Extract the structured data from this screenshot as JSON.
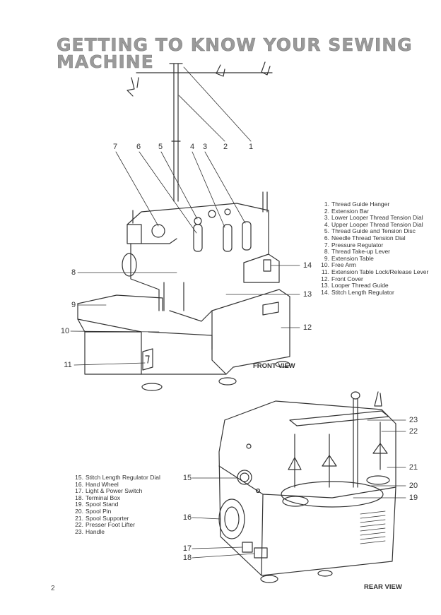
{
  "title": "GETTING TO KNOW YOUR SEWING MACHINE",
  "page_number": "2",
  "front_view": {
    "label": "FRONT VIEW",
    "callouts": [
      {
        "num": "1"
      },
      {
        "num": "2"
      },
      {
        "num": "3"
      },
      {
        "num": "4"
      },
      {
        "num": "5"
      },
      {
        "num": "6"
      },
      {
        "num": "7"
      },
      {
        "num": "8"
      },
      {
        "num": "9"
      },
      {
        "num": "10"
      },
      {
        "num": "11"
      },
      {
        "num": "12"
      },
      {
        "num": "13"
      },
      {
        "num": "14"
      }
    ],
    "legend": [
      {
        "num": "1.",
        "text": "Thread Guide Hanger"
      },
      {
        "num": "2.",
        "text": "Extension Bar"
      },
      {
        "num": "3.",
        "text": "Lower Looper Thread Tension Dial"
      },
      {
        "num": "4.",
        "text": "Upper Looper Thread Tension Dial"
      },
      {
        "num": "5.",
        "text": "Thread Guide and Tension Disc"
      },
      {
        "num": "6.",
        "text": "Needle Thread Tension Dial"
      },
      {
        "num": "7.",
        "text": "Pressure Regulator"
      },
      {
        "num": "8.",
        "text": "Thread Take-up Lever"
      },
      {
        "num": "9.",
        "text": "Extension Table"
      },
      {
        "num": "10.",
        "text": "Free Arm"
      },
      {
        "num": "11.",
        "text": "Extension Table Lock/Release Lever"
      },
      {
        "num": "12.",
        "text": "Front Cover"
      },
      {
        "num": "13.",
        "text": "Looper Thread Guide"
      },
      {
        "num": "14.",
        "text": "Stitch Length Regulator"
      }
    ]
  },
  "rear_view": {
    "label": "REAR VIEW",
    "callouts": [
      {
        "num": "15"
      },
      {
        "num": "16"
      },
      {
        "num": "17"
      },
      {
        "num": "18"
      },
      {
        "num": "19"
      },
      {
        "num": "20"
      },
      {
        "num": "21"
      },
      {
        "num": "22"
      },
      {
        "num": "23"
      }
    ],
    "legend": [
      {
        "num": "15.",
        "text": "Stitch Length Regulator Dial"
      },
      {
        "num": "16.",
        "text": "Hand Wheel"
      },
      {
        "num": "17.",
        "text": "Light & Power Switch"
      },
      {
        "num": "18.",
        "text": "Terminal Box"
      },
      {
        "num": "19.",
        "text": "Spool Stand"
      },
      {
        "num": "20.",
        "text": "Spool Pin"
      },
      {
        "num": "21.",
        "text": "Spool Supporter"
      },
      {
        "num": "22.",
        "text": "Presser Foot Lifter"
      },
      {
        "num": "23.",
        "text": "Handle"
      }
    ]
  }
}
